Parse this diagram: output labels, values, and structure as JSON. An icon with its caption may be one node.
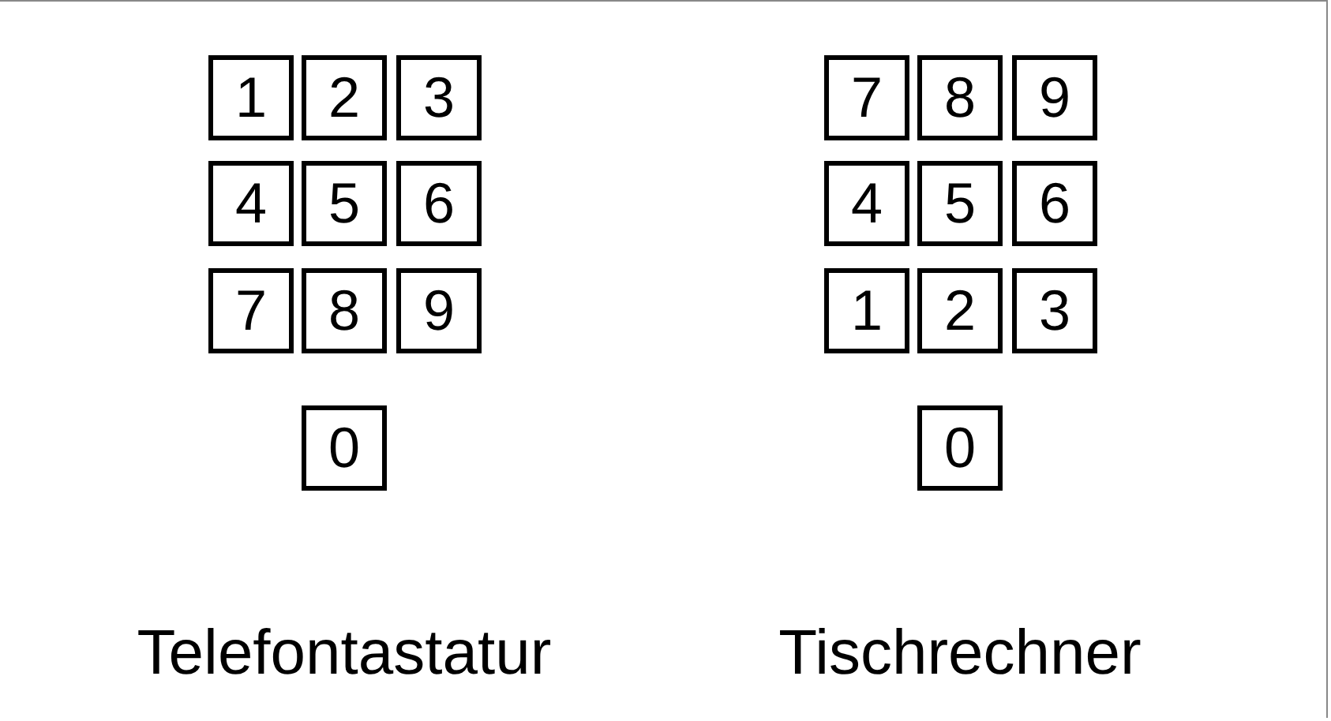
{
  "diagram": {
    "nodes": [
      {
        "text": [
          "1"
        ]
      },
      {
        "text": [
          "2"
        ]
      },
      {
        "text": [
          "3"
        ]
      },
      {
        "text": [
          "4"
        ]
      },
      {
        "text": [
          "5"
        ]
      },
      {
        "text": [
          "6"
        ]
      },
      {
        "text": [
          "7"
        ]
      },
      {
        "text": [
          "8"
        ]
      },
      {
        "text": [
          "9"
        ]
      },
      {
        "text": [
          "0"
        ]
      },
      {
        "text": [
          "7"
        ]
      },
      {
        "text": [
          "8"
        ]
      },
      {
        "text": [
          "9"
        ]
      },
      {
        "text": [
          "4"
        ]
      },
      {
        "text": [
          "5"
        ]
      },
      {
        "text": [
          "6"
        ]
      },
      {
        "text": [
          "1"
        ]
      },
      {
        "text": [
          "2"
        ]
      },
      {
        "text": [
          "3"
        ]
      },
      {
        "text": [
          "0"
        ]
      }
    ],
    "labels": [
      "Telefontastatur",
      "Tischrechner"
    ]
  }
}
